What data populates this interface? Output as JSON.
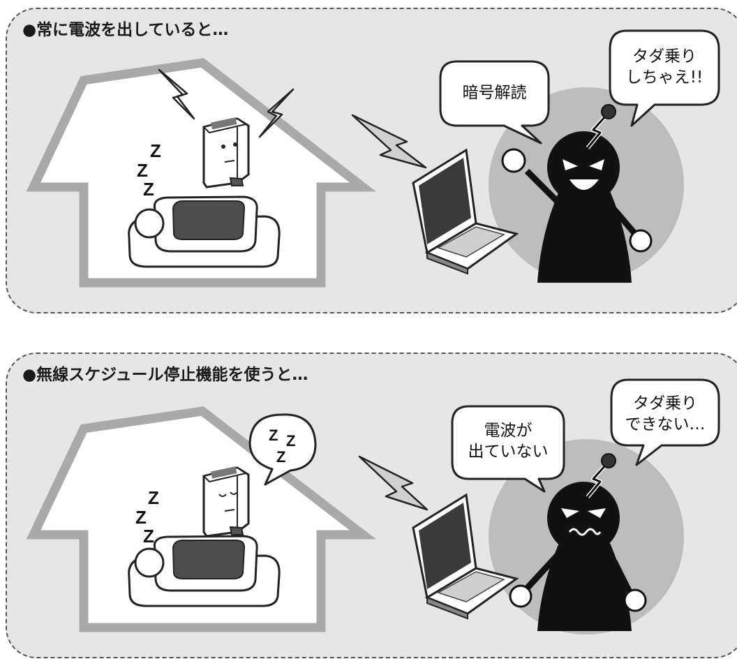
{
  "panels": [
    {
      "title": "●常に電波を出していると…",
      "zzz": [
        "Z",
        "Z",
        "Z"
      ],
      "bubble_left": {
        "lines": [
          "暗号解読"
        ]
      },
      "bubble_right": {
        "lines": [
          "タダ乗り",
          "しちゃえ!!"
        ]
      },
      "router_state": "awake",
      "hacker_mood": "grinning"
    },
    {
      "title": "●無線スケジュール停止機能を使うと…",
      "zzz": [
        "Z",
        "Z",
        "Z"
      ],
      "router_zzz": [
        "Z",
        "Z",
        "Z"
      ],
      "bubble_left": {
        "lines": [
          "電波が",
          "出ていない"
        ]
      },
      "bubble_right": {
        "lines": [
          "タダ乗り",
          "できない…"
        ]
      },
      "router_state": "sleeping",
      "hacker_mood": "worried"
    }
  ],
  "colors": {
    "panel_bg": "#e6e6e6",
    "house_outline": "#a9a9a9",
    "hacker": "#111111",
    "halo": "#bdbdbd"
  }
}
